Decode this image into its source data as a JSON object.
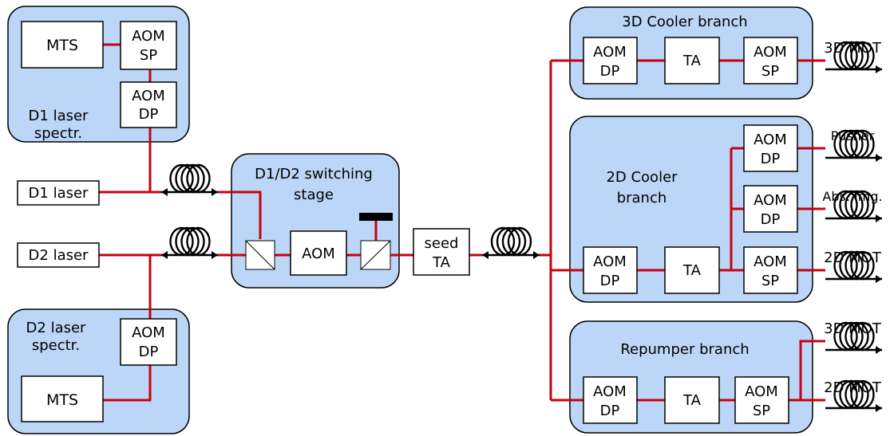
{
  "panels": {
    "d1_spectroscopy": "D1 laser\nspectr.",
    "d2_spectroscopy": "D2 laser\nspectr.",
    "switching": "D1/D2 switching\nstage",
    "cooler3d": "3D Cooler branch",
    "cooler2d": "2D Cooler\nbranch",
    "repumper": "Repumper branch"
  },
  "boxes": {
    "mts_d1": "MTS",
    "aom_sp_d1": "AOM\nSP",
    "aom_dp_d1": "AOM\nDP",
    "d1_laser": "D1 laser",
    "d2_laser": "D2 laser",
    "aom_dp_d2": "AOM\nDP",
    "mts_d2": "MTS",
    "aom_switch": "AOM",
    "seed_ta": "seed\nTA",
    "c3_aom_dp": "AOM\nDP",
    "c3_ta": "TA",
    "c3_aom_sp": "AOM\nSP",
    "c2_aom_dp": "AOM\nDP",
    "c2_ta": "TA",
    "c2_aom_dp_pusher": "AOM\nDP",
    "c2_aom_dp_abs": "AOM\nDP",
    "c2_aom_sp": "AOM\nSP",
    "rp_aom_dp": "AOM\nDP",
    "rp_ta": "TA",
    "rp_aom_sp": "AOM\nSP"
  },
  "outputs": {
    "mot3d_cooler": "3D MOT",
    "pusher": "Pusher",
    "abs_img": "Abs. Img.",
    "mot2d_cooler": "2D MOT",
    "mot3d_repumper": "3D MOT",
    "mot2d_repumper": "2D MOT"
  },
  "colors": {
    "panel": "#bcd6f7",
    "beam": "#c8000f"
  }
}
